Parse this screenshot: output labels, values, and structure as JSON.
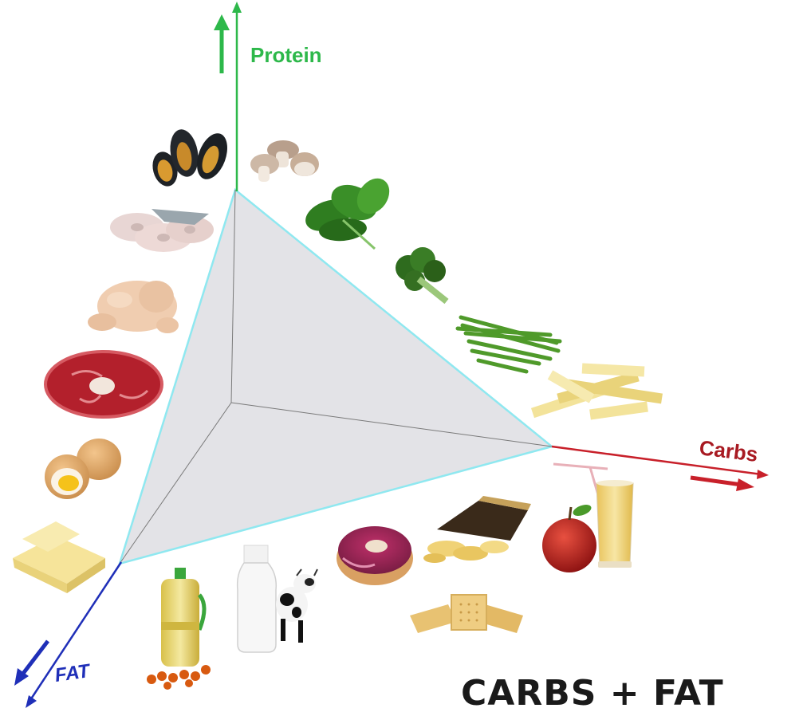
{
  "axes": {
    "protein": {
      "label": "Protein",
      "color": "#2db84a"
    },
    "carbs": {
      "label": "Carbs",
      "color": "#c8202a"
    },
    "fat": {
      "label": "FAT",
      "color": "#1f2fb8"
    }
  },
  "caption": "CARBS + FAT",
  "plane": {
    "fill": "#e3e3e7",
    "edge": "#8fe8f0"
  },
  "foods_protein_fat_side": [
    "mussels",
    "fish-steaks",
    "raw-chicken",
    "beef-shank",
    "eggs",
    "butter"
  ],
  "foods_protein_carbs_side": [
    "mushrooms",
    "spinach",
    "broccoli",
    "green-beans",
    "pasta"
  ],
  "foods_carbs_fat_side": [
    "cooking-oil",
    "milk-bottle",
    "toy-cow",
    "donut",
    "chips",
    "apple-juice",
    "crackers"
  ]
}
